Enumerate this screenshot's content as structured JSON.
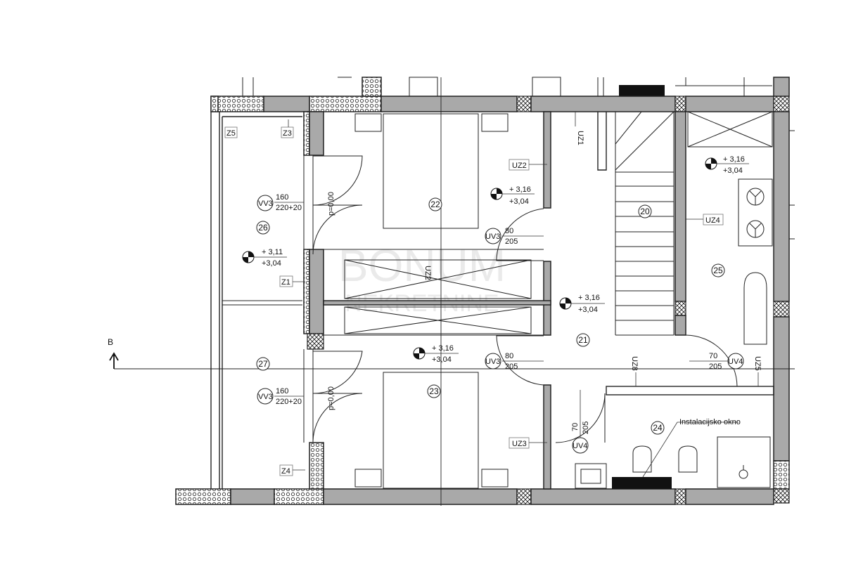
{
  "section": {
    "letter": "B"
  },
  "watermark": {
    "line1": "BONUM",
    "line2": "NEKRETNINE"
  },
  "rooms": [
    {
      "id": "room-20",
      "number": "20"
    },
    {
      "id": "room-21",
      "number": "21"
    },
    {
      "id": "room-22",
      "number": "22"
    },
    {
      "id": "room-23",
      "number": "23"
    },
    {
      "id": "room-24",
      "number": "24"
    },
    {
      "id": "room-25",
      "number": "25"
    },
    {
      "id": "room-26",
      "number": "26"
    },
    {
      "id": "room-27",
      "number": "27"
    }
  ],
  "wall_tags": {
    "z1": "Z1",
    "z3": "Z3",
    "z4": "Z4",
    "z5": "Z5",
    "uz1": "UZ1",
    "uz2a": "UZ2",
    "uz2b": "UZ2",
    "uz3": "UZ3",
    "uz4": "UZ4",
    "uz5": "UZ5",
    "uz8": "UZ8"
  },
  "doors": {
    "vv3_top": {
      "code": "VV3",
      "width": "160",
      "height": "220+20"
    },
    "vv3_bottom": {
      "code": "VV3",
      "width": "160",
      "height": "220+20"
    },
    "uv3_top": {
      "code": "UV3",
      "width": "80",
      "height": "205"
    },
    "uv3_bottom": {
      "code": "UV3",
      "width": "80",
      "height": "205"
    },
    "uv4_right": {
      "code": "UV4",
      "width": "70",
      "height": "205"
    },
    "uv4_bath": {
      "code": "UV4",
      "width": "70",
      "height": "205"
    }
  },
  "elevations": {
    "e1": {
      "top": "+ 3,16",
      "bottom": "+3,04"
    },
    "e2": {
      "top": "+ 3,16",
      "bottom": "+3,04"
    },
    "e3": {
      "top": "+ 3,11",
      "bottom": "+3,04"
    },
    "e4": {
      "top": "+ 3,16",
      "bottom": "+3,04"
    },
    "e5": {
      "top": "+ 3,16",
      "bottom": "+3,04"
    }
  },
  "parapet": {
    "top": "p=0,00",
    "bottom": "p=0,00"
  },
  "annotations": {
    "shaft": "Instalacijsko okno"
  }
}
